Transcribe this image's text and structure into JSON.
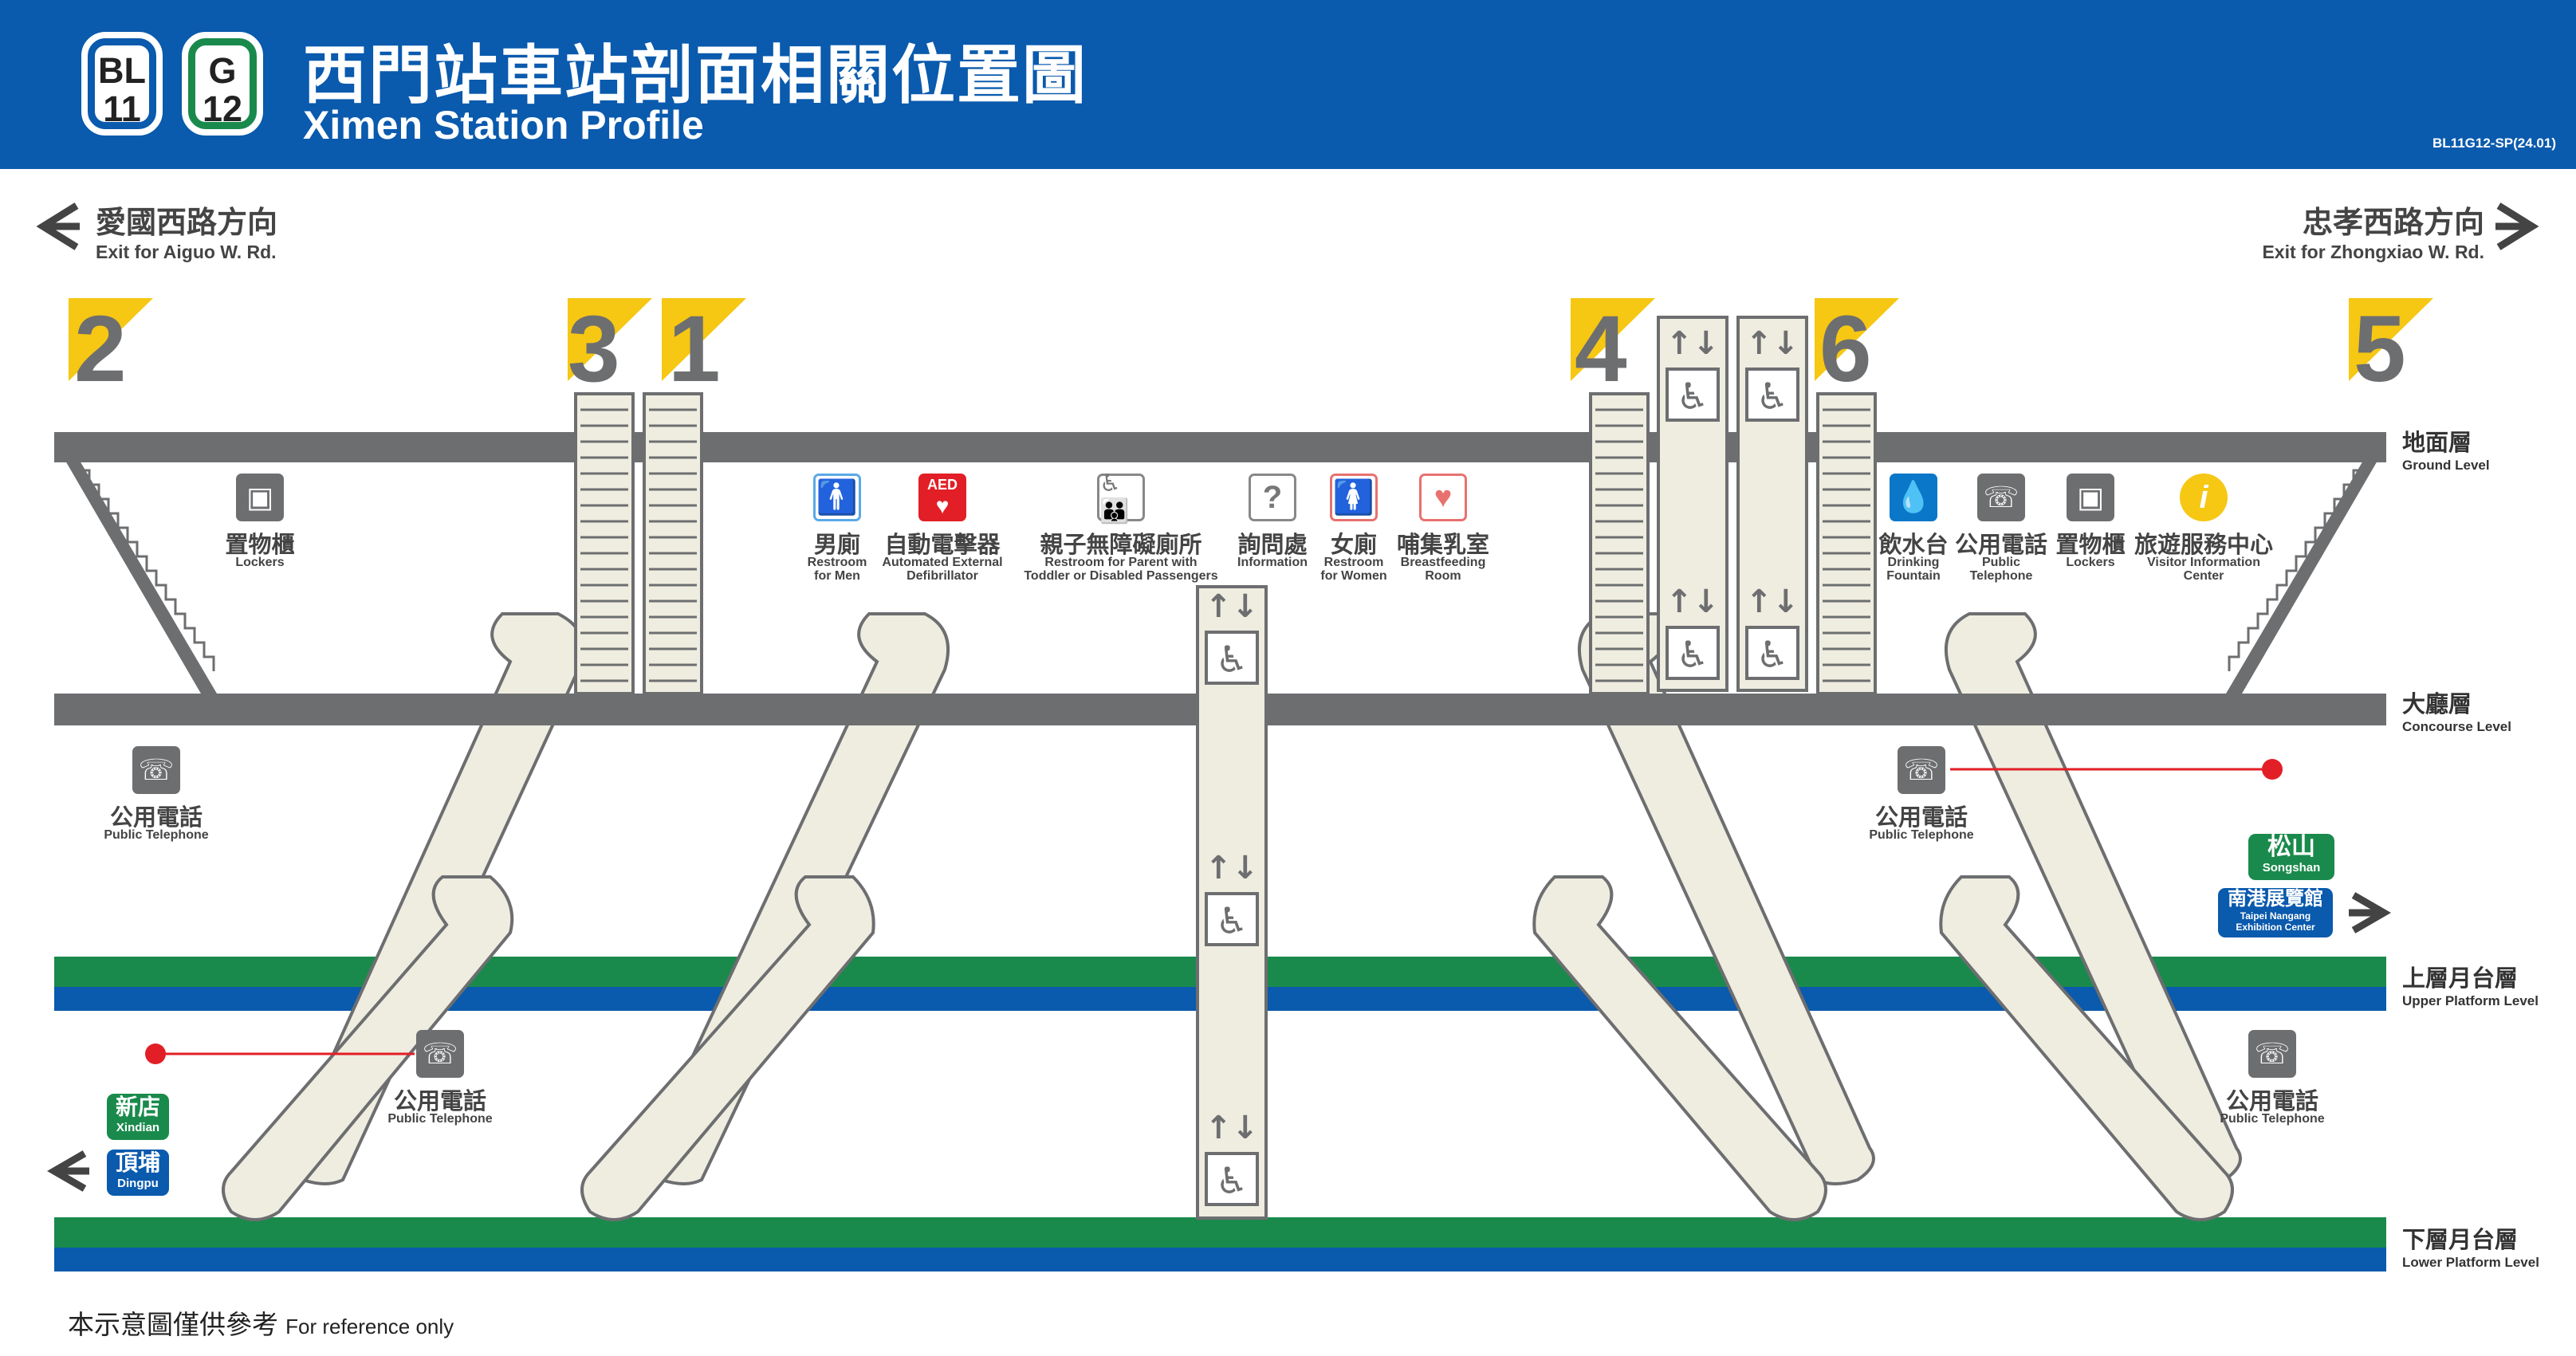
{
  "header": {
    "badge_bl_line": "BL",
    "badge_bl_num": "11",
    "badge_g_line": "G",
    "badge_g_num": "12",
    "title_zh": "西門站車站剖面相關位置圖",
    "title_en": "Ximen Station Profile",
    "code": "BL11G12-SP(24.01)"
  },
  "directions": {
    "left": {
      "zh": "愛國西路方向",
      "en": "Exit for Aiguo W. Rd."
    },
    "right": {
      "zh": "忠孝西路方向",
      "en": "Exit for Zhongxiao W. Rd."
    }
  },
  "exits": [
    "2",
    "3",
    "1",
    "4",
    "6",
    "5"
  ],
  "levels": [
    {
      "zh": "地面層",
      "en": "Ground Level"
    },
    {
      "zh": "大廳層",
      "en": "Concourse Level"
    },
    {
      "zh": "上層月台層",
      "en": "Upper Platform Level"
    },
    {
      "zh": "下層月台層",
      "en": "Lower Platform Level"
    }
  ],
  "facilities": {
    "lockers_left": {
      "zh": "置物櫃",
      "en": "Lockers"
    },
    "men": {
      "zh": "男廁",
      "en1": "Restroom",
      "en2": "for Men"
    },
    "aed": {
      "zh": "自動電擊器",
      "en1": "Automated External",
      "en2": "Defibrillator",
      "tag": "AED"
    },
    "family": {
      "zh": "親子無障礙廁所",
      "en1": "Restroom for Parent with",
      "en2": "Toddler or Disabled Passengers"
    },
    "info": {
      "zh": "詢問處",
      "en": "Information"
    },
    "women": {
      "zh": "女廁",
      "en1": "Restroom",
      "en2": "for Women"
    },
    "breast": {
      "zh": "哺集乳室",
      "en1": "Breastfeeding",
      "en2": "Room"
    },
    "water": {
      "zh": "飲水台",
      "en1": "Drinking",
      "en2": "Fountain"
    },
    "phone_top": {
      "zh": "公用電話",
      "en1": "Public",
      "en2": "Telephone"
    },
    "lockers_right": {
      "zh": "置物櫃",
      "en": "Lockers"
    },
    "visitor": {
      "zh": "旅遊服務中心",
      "en1": "Visitor Information",
      "en2": "Center"
    },
    "phone": {
      "zh": "公用電話",
      "en": "Public Telephone"
    }
  },
  "destinations": {
    "songshan": {
      "zh": "松山",
      "en": "Songshan"
    },
    "nangang": {
      "zh": "南港展覽館",
      "en1": "Taipei Nangang",
      "en2": "Exhibition Center"
    },
    "xindian": {
      "zh": "新店",
      "en": "Xindian"
    },
    "dingpu": {
      "zh": "頂埔",
      "en": "Dingpu"
    }
  },
  "disclaimer_zh": "本示意圖僅供參考",
  "disclaimer_en": "For reference only",
  "colors": {
    "blue": "#0a5aad",
    "green": "#1a8a4c",
    "slab": "#6d6e70",
    "exit_yellow": "#f6c713",
    "escalator": "#efede0",
    "red_marker": "#e21f26"
  }
}
